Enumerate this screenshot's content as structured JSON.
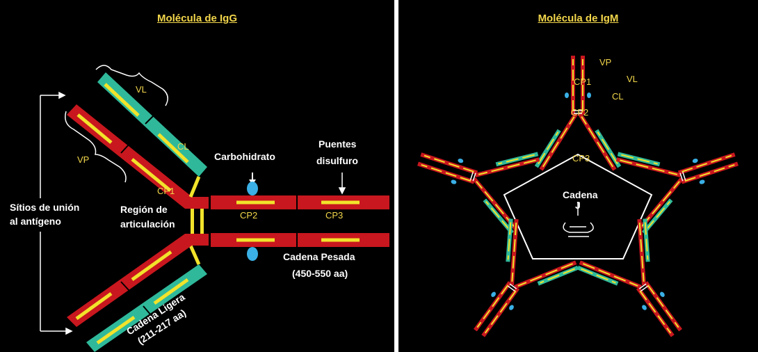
{
  "igg": {
    "title": "Molécula de IgG",
    "labels": {
      "vl": "VL",
      "vp": "VP",
      "cl": "CL",
      "cp1": "CP1",
      "cp2": "CP2",
      "cp3": "CP3",
      "carbohidrato": "Carbohidrato",
      "puentes_1": "Puentes",
      "puentes_2": "disulfuro",
      "sitios_1": "Sítios de unión",
      "sitios_2": "al antígeno",
      "region_1": "Región de",
      "region_2": "articulación",
      "pesada_1": "Cadena Pesada",
      "pesada_2": "(450-550 aa)",
      "ligera_1": "Cadena Ligera",
      "ligera_2": "(211-217 aa)"
    }
  },
  "igm": {
    "title": "Molécula de IgM",
    "labels": {
      "vp": "VP",
      "vl": "VL",
      "cp1": "CP1",
      "cl": "CL",
      "cp2": "CP2",
      "cp3": "CP3",
      "cadena": "Cadena",
      "j": "J"
    }
  },
  "colors": {
    "heavy_chain": "#c8171e",
    "light_chain": "#2fb99a",
    "domain_stripe": "#f2e32b",
    "carbohydrate": "#3ab0e6",
    "title": "#f2d64b",
    "background": "#000000"
  }
}
